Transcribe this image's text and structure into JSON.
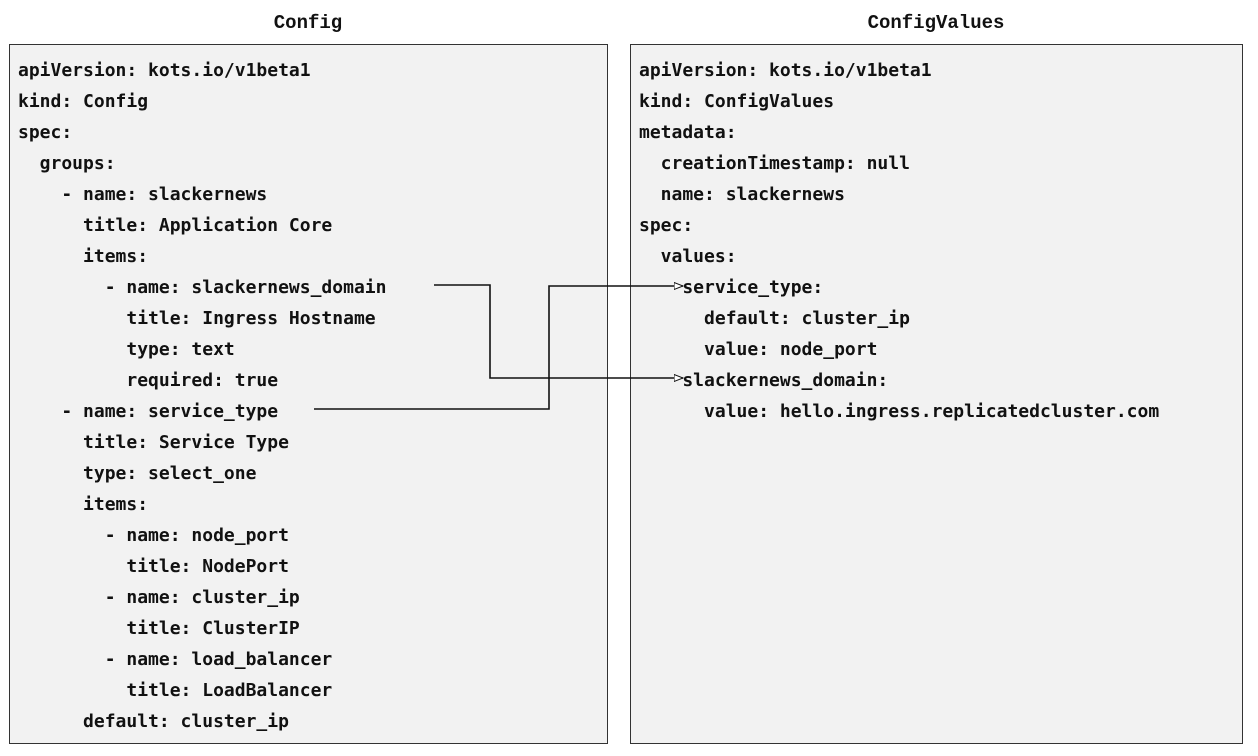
{
  "left_panel": {
    "title": "Config",
    "lines": [
      "apiVersion: kots.io/v1beta1",
      "kind: Config",
      "spec:",
      "  groups:",
      "    - name: slackernews",
      "      title: Application Core",
      "      items:",
      "        - name: slackernews_domain",
      "          title: Ingress Hostname",
      "          type: text",
      "          required: true",
      "    - name: service_type",
      "      title: Service Type",
      "      type: select_one",
      "      items:",
      "        - name: node_port",
      "          title: NodePort",
      "        - name: cluster_ip",
      "          title: ClusterIP",
      "        - name: load_balancer",
      "          title: LoadBalancer",
      "      default: cluster_ip"
    ]
  },
  "right_panel": {
    "title": "ConfigValues",
    "lines": [
      "apiVersion: kots.io/v1beta1",
      "kind: ConfigValues",
      "metadata:",
      "  creationTimestamp: null",
      "  name: slackernews",
      "spec:",
      "  values:",
      "    service_type:",
      "      default: cluster_ip",
      "      value: node_port",
      "    slackernews_domain:",
      "      value: hello.ingress.replicatedcluster.com"
    ]
  },
  "connectors": [
    {
      "from": "slackernews_domain",
      "to": "slackernews_domain"
    },
    {
      "from": "service_type",
      "to": "service_type"
    }
  ]
}
